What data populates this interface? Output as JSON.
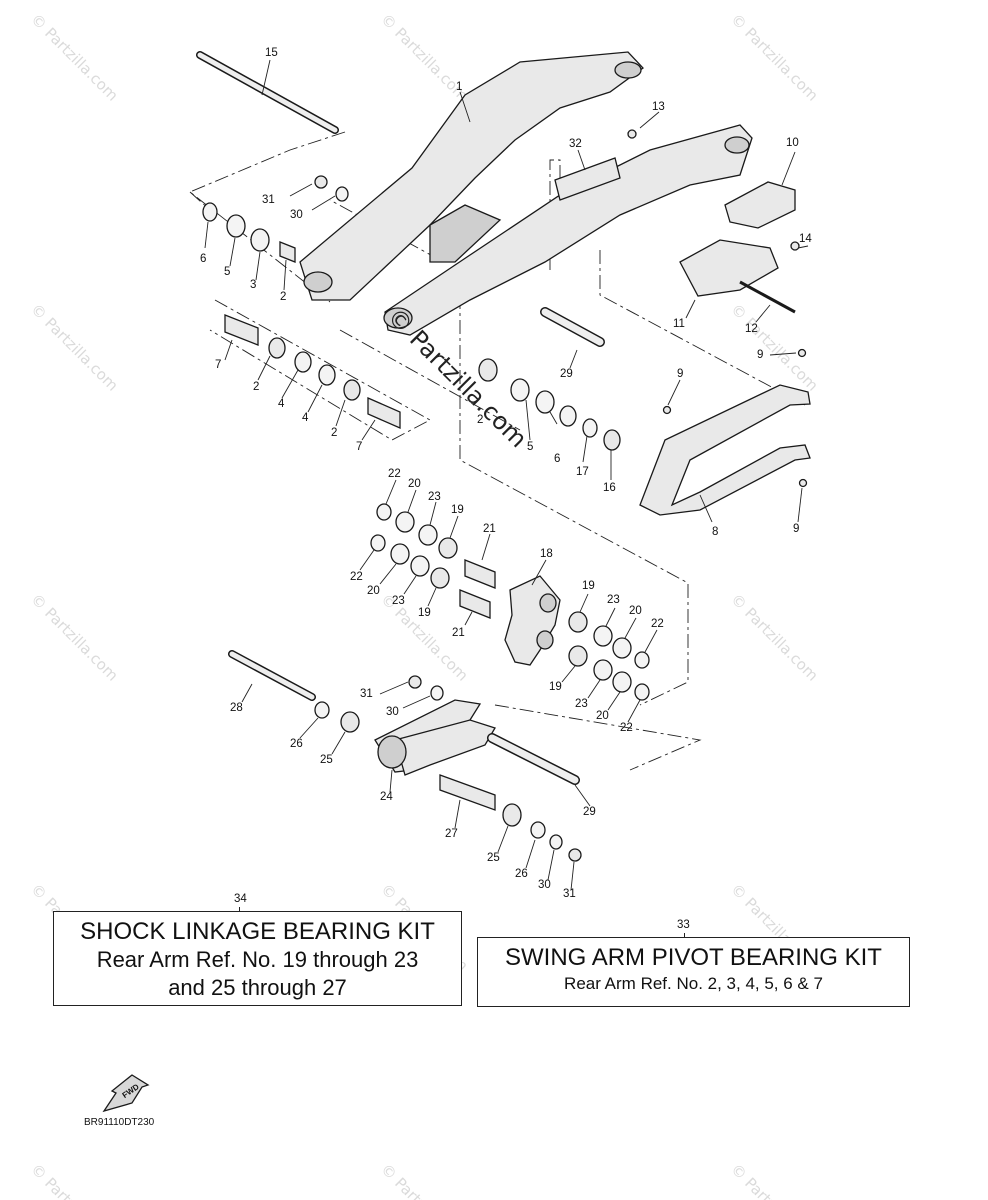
{
  "watermark": {
    "text": "© Partzilla.com",
    "center_text": "© Partzilla.com"
  },
  "callouts": [
    "1",
    "2",
    "2",
    "2",
    "2",
    "3",
    "4",
    "4",
    "5",
    "5",
    "6",
    "6",
    "7",
    "7",
    "8",
    "9",
    "9",
    "9",
    "10",
    "11",
    "12",
    "13",
    "14",
    "15",
    "16",
    "17",
    "18",
    "19",
    "19",
    "19",
    "19",
    "20",
    "20",
    "20",
    "20",
    "21",
    "21",
    "22",
    "22",
    "22",
    "22",
    "23",
    "23",
    "23",
    "23",
    "24",
    "25",
    "25",
    "26",
    "26",
    "27",
    "28",
    "29",
    "29",
    "30",
    "30",
    "31",
    "31",
    "32"
  ],
  "kits": {
    "shock": {
      "ref": "34",
      "title": "SHOCK LINKAGE BEARING KIT",
      "line1": "Rear Arm Ref. No. 19 through 23",
      "line2": "and 25 through 27"
    },
    "pivot": {
      "ref": "33",
      "title": "SWING ARM PIVOT BEARING KIT",
      "line1": "Rear Arm Ref. No. 2, 3, 4, 5, 6 & 7"
    }
  },
  "fwd_label": "FWD",
  "diagram_code": "BR91110DT230"
}
